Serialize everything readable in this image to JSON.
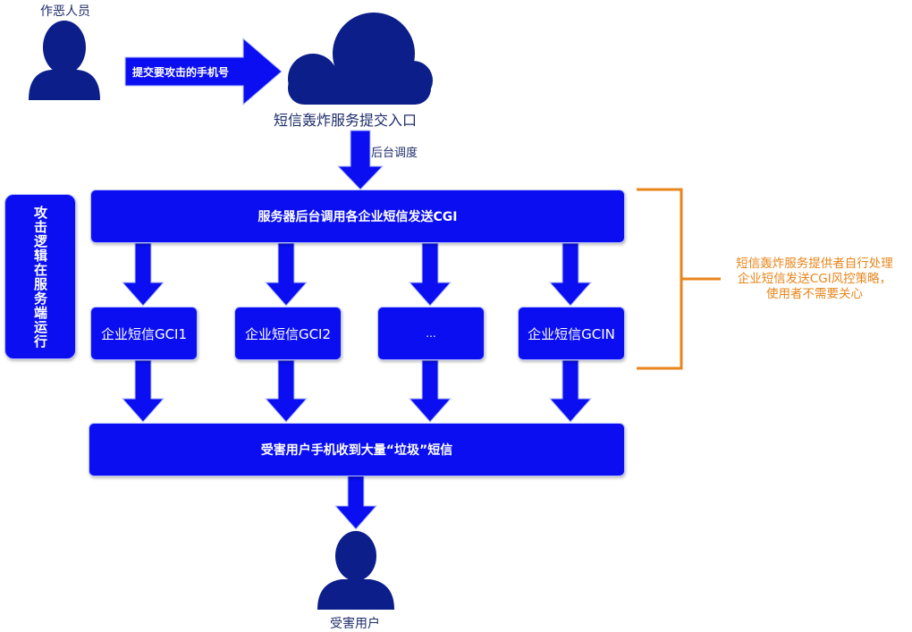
{
  "attacker": {
    "label": "作恶人员"
  },
  "submit_arrow": {
    "label": "提交要攻击的手机号"
  },
  "service_entry": {
    "label": "短信轰炸服务提交入口"
  },
  "schedule_arrow": {
    "label": "后台调度"
  },
  "side_panel": {
    "label": "攻击逻辑在服务端运行"
  },
  "backend_box": {
    "label": "服务器后台调用各企业短信发送CGI"
  },
  "gateways": [
    {
      "label": "企业短信GCI1"
    },
    {
      "label": "企业短信GCI2"
    },
    {
      "label": "..."
    },
    {
      "label": "企业短信GCIN"
    }
  ],
  "result_box": {
    "label": "受害用户手机收到大量“垃圾”短信"
  },
  "victim": {
    "label": "受害用户"
  },
  "annotation": {
    "line1": "短信轰炸服务提供者自行处理",
    "line2": "企业短信发送CGI风控策略，",
    "line3": "使用者不需要关心"
  },
  "colors": {
    "primary_blue": "#0a0ef0",
    "navy": "#0b1e8a",
    "label_text": "#1f2d6b",
    "annotation_orange": "#e8851a"
  }
}
